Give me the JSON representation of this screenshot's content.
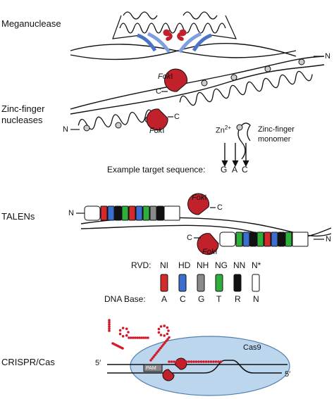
{
  "panels": {
    "meganuclease": "Meganuclease",
    "zinc_finger_line1": "Zinc-finger",
    "zinc_finger_line2": "nucleases",
    "talens": "TALENs",
    "crispr": "CRISPR/Cas"
  },
  "zfn": {
    "fok_top_italic": "Fok",
    "fok_top_suffix": "I",
    "fok_bottom_italic": "Fok",
    "fok_bottom_suffix": "I",
    "c_top": "C",
    "c_bottom": "C",
    "n_left": "N",
    "n_right": "N",
    "zn_label": "Zn",
    "zn_superscript": "2+",
    "monomer_line1": "Zinc-finger",
    "monomer_line2": "monomer",
    "target_label": "Example target sequence:",
    "target_bases": [
      "G",
      "A",
      "C"
    ]
  },
  "talen": {
    "fok_top_italic": "Fok",
    "fok_top_suffix": "I",
    "fok_bottom_italic": "Fok",
    "fok_bottom_suffix": "I",
    "c_top": "C",
    "c_bottom": "C",
    "n_left": "N",
    "n_right": "N",
    "rvd_label": "RVD:",
    "base_label": "DNA Base:",
    "legend": [
      {
        "rvd": "NI",
        "base": "A",
        "color": "#d42a2a"
      },
      {
        "rvd": "HD",
        "base": "C",
        "color": "#3a6fd0"
      },
      {
        "rvd": "NH",
        "base": "G",
        "color": "#8a8a8a"
      },
      {
        "rvd": "NG",
        "base": "T",
        "color": "#2fae3c"
      },
      {
        "rvd": "NN",
        "base": "R",
        "color": "#111111"
      },
      {
        "rvd": "N*",
        "base": "N",
        "color": "#ffffff"
      }
    ],
    "top_repeats": [
      "#ffffff",
      "#d42a2a",
      "#3a6fd0",
      "#111111",
      "#2fae3c",
      "#d42a2a",
      "#3a6fd0",
      "#2fae3c",
      "#8a8a8a",
      "#111111",
      "#ffffff"
    ],
    "bottom_repeats": [
      "#ffffff",
      "#2fae3c",
      "#3a6fd0",
      "#111111",
      "#2fae3c",
      "#d42a2a",
      "#3a6fd0",
      "#111111",
      "#2fae3c",
      "#ffffff"
    ]
  },
  "crispr": {
    "cas9_label": "Cas9",
    "pam_label": "PAM",
    "five_prime_left": "5′",
    "five_prime_right": "5′"
  },
  "colors": {
    "fokI": "#c0212a",
    "cas9_fill": "#bcd6ee",
    "cas9_stroke": "#4f7fb0",
    "guide_rna": "#d01a2a",
    "mega_blue": "#4a74c4",
    "mega_red": "#c0212a"
  }
}
